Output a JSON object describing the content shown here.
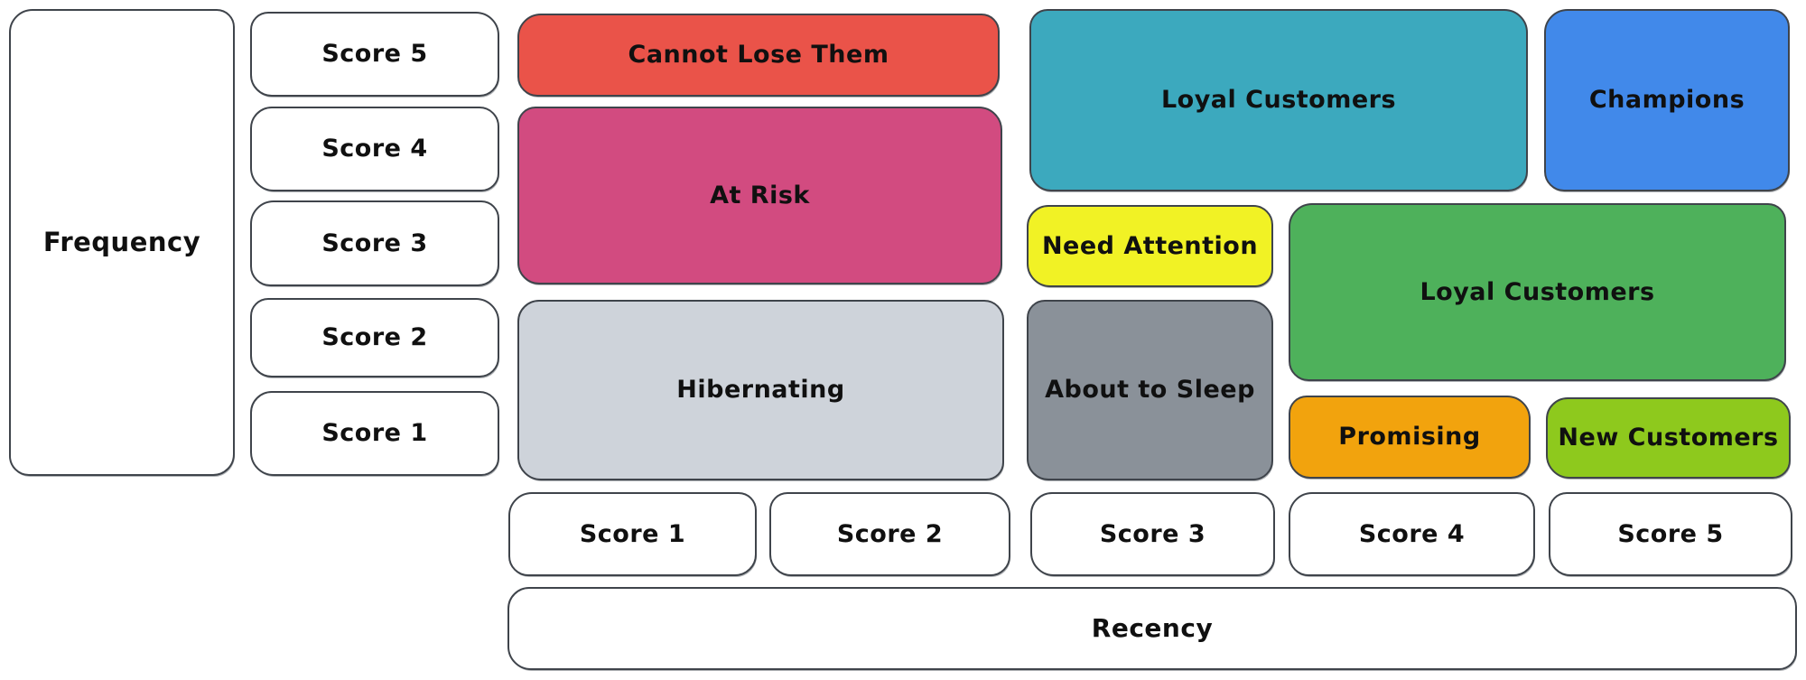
{
  "axes": {
    "frequency": {
      "label": "Frequency",
      "scores": [
        "Score 5",
        "Score 4",
        "Score 3",
        "Score 2",
        "Score 1"
      ]
    },
    "recency": {
      "label": "Recency",
      "scores": [
        "Score 1",
        "Score 2",
        "Score 3",
        "Score 4",
        "Score 5"
      ]
    }
  },
  "segments": [
    {
      "label": "Cannot Lose Them",
      "color": "#EA5349"
    },
    {
      "label": "At Risk",
      "color": "#D24B80"
    },
    {
      "label": "Hibernating",
      "color": "#CED3DA"
    },
    {
      "label": "Loyal Customers",
      "color": "#3CA9BE"
    },
    {
      "label": "Champions",
      "color": "#4189EA"
    },
    {
      "label": "Need Attention",
      "color": "#F1F225"
    },
    {
      "label": "About to Sleep",
      "color": "#8A9199"
    },
    {
      "label": "Loyal Customers",
      "color": "#4EB15B"
    },
    {
      "label": "Promising",
      "color": "#F2A30D"
    },
    {
      "label": "New Customers",
      "color": "#8EC91D"
    }
  ]
}
